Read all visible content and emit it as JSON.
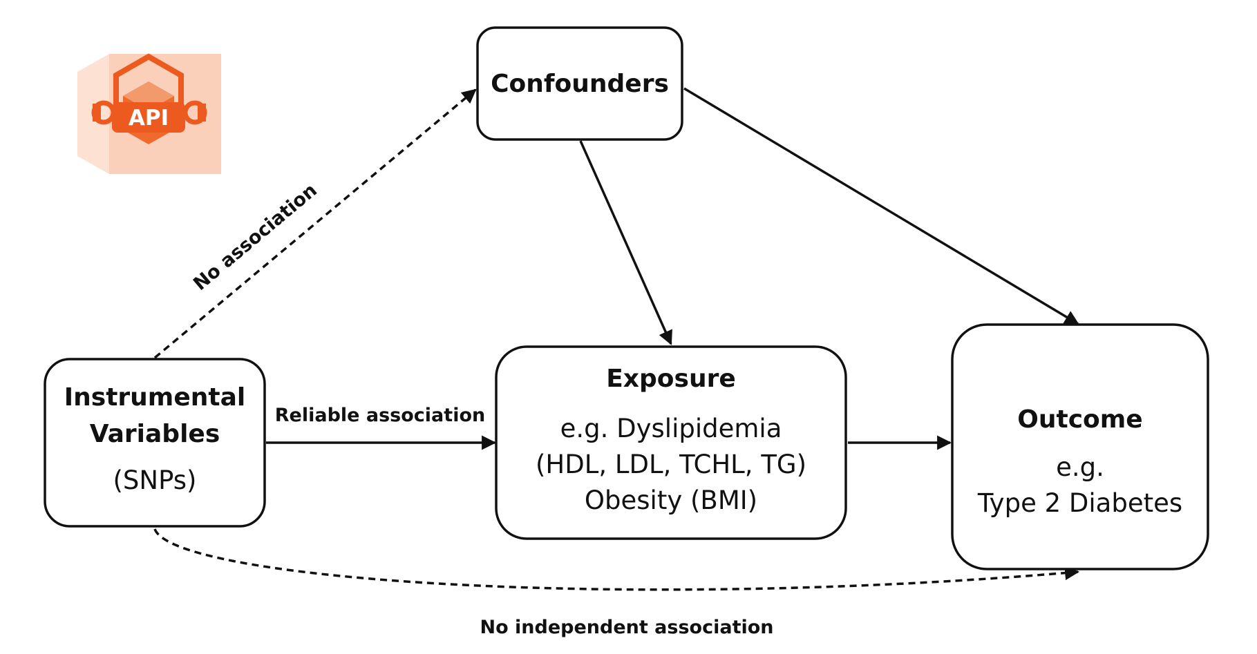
{
  "colors": {
    "stroke": "#111111",
    "background": "#ffffff",
    "logo_primary": "#ec5a1f",
    "logo_light": "#f8b596",
    "logo_pale": "#fcd9c7"
  },
  "logo": {
    "icon": "api-hexagon-plug-icon",
    "text": "API"
  },
  "nodes": {
    "confounders": {
      "title": "Confounders"
    },
    "instrumental": {
      "title_line1": "Instrumental",
      "title_line2": "Variables",
      "subtitle": "(SNPs)"
    },
    "exposure": {
      "title": "Exposure",
      "line1": "e.g. Dyslipidemia",
      "line2": "(HDL, LDL, TCHL, TG)",
      "line3": "Obesity (BMI)"
    },
    "outcome": {
      "title": "Outcome",
      "line1": "e.g.",
      "line2": "Type 2 Diabetes"
    }
  },
  "edges": {
    "no_association": "No association",
    "reliable_association": "Reliable association",
    "no_independent_association": "No independent association"
  }
}
